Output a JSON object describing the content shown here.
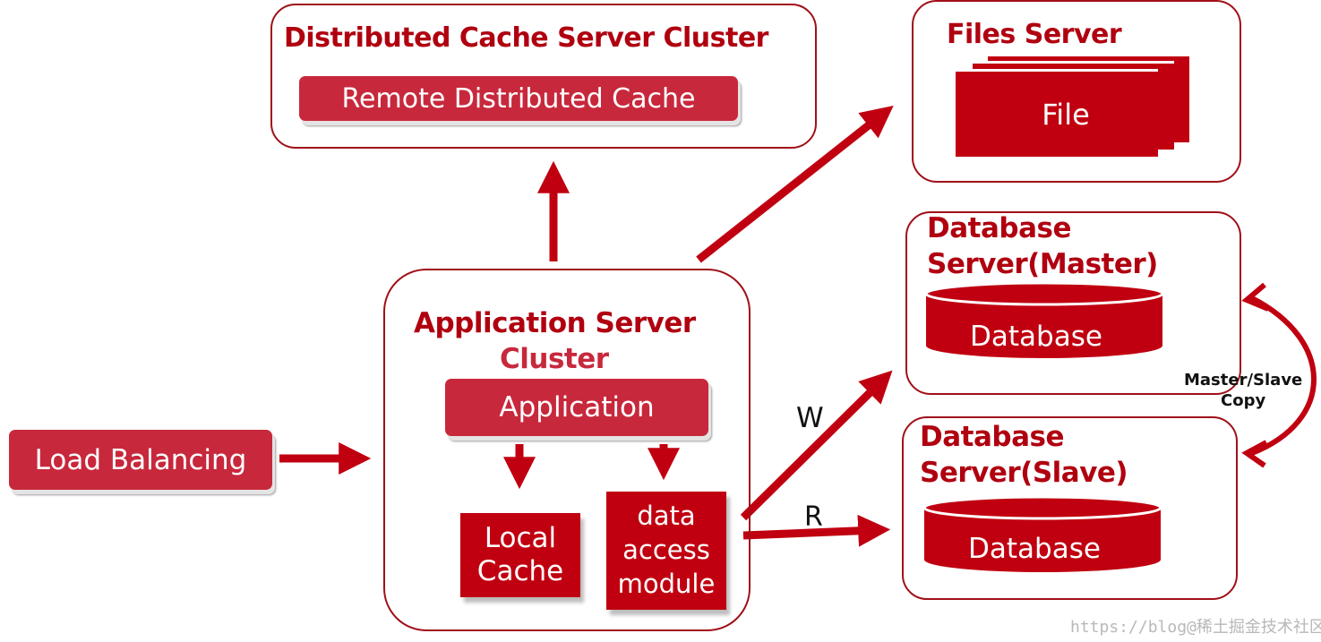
{
  "distributed_cache": {
    "title": "Distributed Cache Server Cluster",
    "remote_cache_label": "Remote Distributed Cache"
  },
  "files_server": {
    "title": "Files Server",
    "file_label": "File"
  },
  "db_master": {
    "title_line1": "Database",
    "title_line2": "Server(Master)",
    "db_label": "Database"
  },
  "db_slave": {
    "title_line1": "Database",
    "title_line2": "Server(Slave)",
    "db_label": "Database"
  },
  "app_cluster": {
    "title_line1": "Application Server",
    "title_line2": "Cluster",
    "application_label": "Application",
    "local_cache_line1": "Local",
    "local_cache_line2": "Cache",
    "dam_line1": "data",
    "dam_line2": "access",
    "dam_line3": "module"
  },
  "load_balancing": {
    "label": "Load Balancing"
  },
  "edges": {
    "write_label": "W",
    "read_label": "R",
    "replication_line1": "Master/Slave",
    "replication_line2": "Copy"
  },
  "watermark": "https://blog@稀土掘金技术社区",
  "colors": {
    "primary_red": "#c00010",
    "pill_red": "#c8283c",
    "border_red": "#a01018",
    "title_red": "#b00010"
  }
}
